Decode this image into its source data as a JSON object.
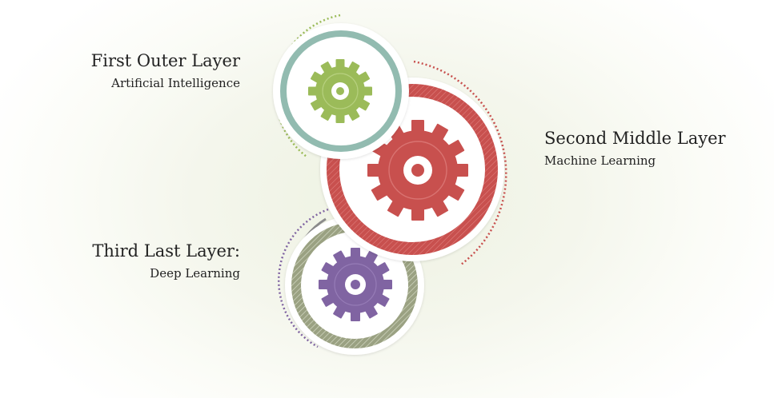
{
  "layers": [
    {
      "title": "First Outer Layer",
      "subtitle": "Artificial Intelligence"
    },
    {
      "title": "Second Middle Layer",
      "subtitle": "Machine Learning"
    },
    {
      "title": "Third Last Layer:",
      "subtitle": "Deep Learning"
    }
  ],
  "colors": {
    "green_gear": "#9bbb59",
    "teal_ring": "#92bbb0",
    "red": "#c8504e",
    "purple": "#8064a2",
    "olive_ring": "#9aa182",
    "gray_arc": "#8c8c8c"
  }
}
